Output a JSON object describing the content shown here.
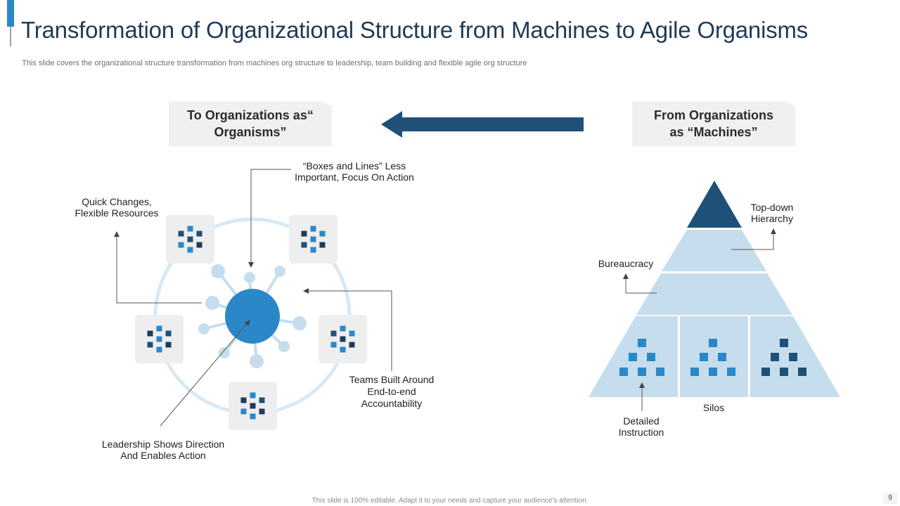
{
  "header": {
    "title": "Transformation of Organizational Structure from Machines to Agile Organisms",
    "subtitle": "This slide covers the organizational structure transformation from machines org structure to leadership, team building and flexible agile org structure"
  },
  "left_box": {
    "line1": "To Organizations as“",
    "line2": "Organisms”"
  },
  "right_box": {
    "line1": "From Organizations",
    "line2": "as “Machines”"
  },
  "organism": {
    "annotations": {
      "boxes_lines": {
        "line1": "“Boxes and Lines” Less",
        "line2": "Important, Focus On Action"
      },
      "quick_changes": {
        "line1": "Quick Changes,",
        "line2": "Flexible Resources"
      },
      "teams": {
        "line1": "Teams Built Around",
        "line2": "End-to-end",
        "line3": "Accountability"
      },
      "leadership": {
        "line1": "Leadership Shows Direction",
        "line2": "And Enables Action"
      }
    }
  },
  "machine": {
    "annotations": {
      "top_down": {
        "line1": "Top-down",
        "line2": "Hierarchy"
      },
      "bureaucracy": "Bureaucracy",
      "silos": "Silos",
      "detailed": {
        "line1": "Detailed",
        "line2": "Instruction"
      }
    }
  },
  "colors": {
    "dark_blue": "#1f5078",
    "mid_blue": "#2a88c9",
    "light_blue": "#c6dded",
    "pale_blue": "#d7e9f5",
    "tile_grey": "#eeeeee"
  },
  "icons": [
    "left-arrow-icon",
    "team-grid-icon",
    "hierarchy-icon"
  ],
  "footer": {
    "note": "This slide is 100% editable. Adapt it to your needs and capture your audience’s attention.",
    "page_number": "9"
  }
}
